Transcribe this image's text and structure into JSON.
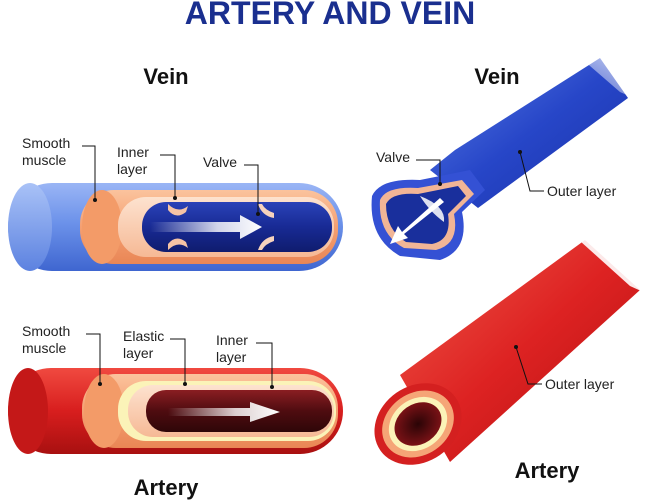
{
  "title": "ARTERY AND VEIN",
  "vein_section": {
    "heading_left": "Vein",
    "heading_right": "Vein",
    "labels": {
      "smooth_muscle_line1": "Smooth",
      "smooth_muscle_line2": "muscle",
      "inner_layer_line1": "Inner",
      "inner_layer_line2": "layer",
      "valve": "Valve",
      "valve_right": "Valve",
      "outer_layer": "Outer layer"
    }
  },
  "artery_section": {
    "heading_left": "Artery",
    "heading_right": "Artery",
    "labels": {
      "smooth_muscle_line1": "Smooth",
      "smooth_muscle_line2": "muscle",
      "elastic_layer_line1": "Elastic",
      "elastic_layer_line2": "layer",
      "inner_layer_line1": "Inner",
      "inner_layer_line2": "layer",
      "outer_layer": "Outer layer"
    }
  },
  "colors": {
    "title": "#1a2f8f",
    "vein_outer": "#6b8fe8",
    "vein_lumen": "#1c2f9e",
    "artery_outer": "#d81e1e",
    "artery_lumen": "#5a0f14",
    "muscle": "#f5a577",
    "elastic": "#fbf3b8"
  }
}
